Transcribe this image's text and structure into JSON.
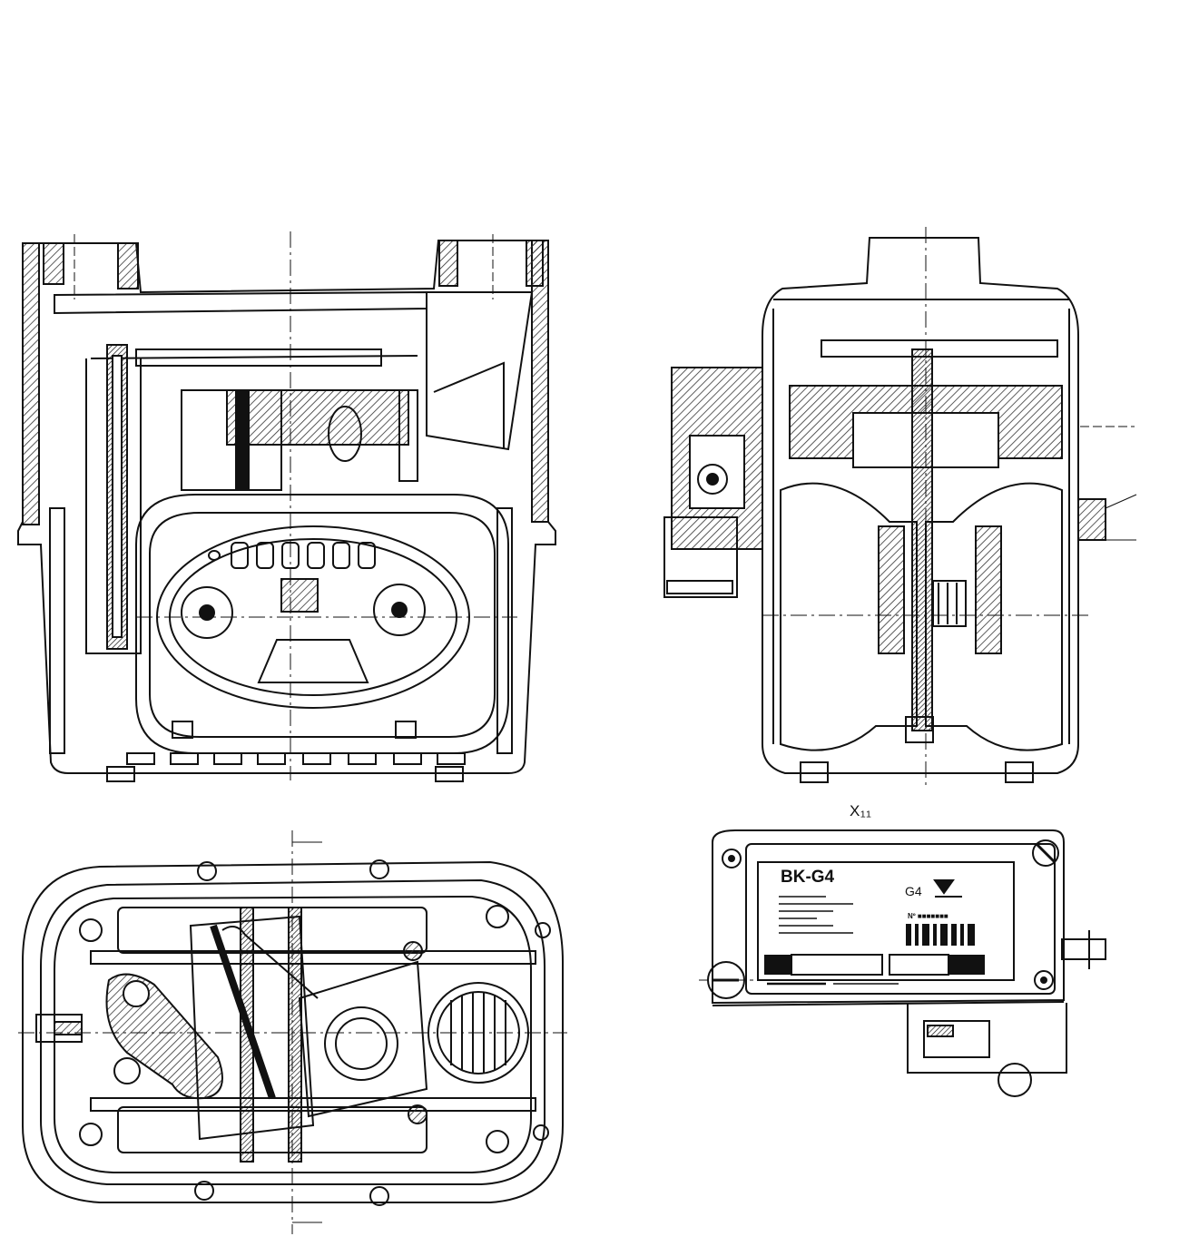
{
  "drawing": {
    "view_label": "X₁₁",
    "nameplate": {
      "model": "BK-G4",
      "size": "G4",
      "serial_label": "Nº ■■■■■■■"
    }
  },
  "colors": {
    "line": "#111111",
    "hatch": "#333333",
    "paper": "#ffffff"
  }
}
